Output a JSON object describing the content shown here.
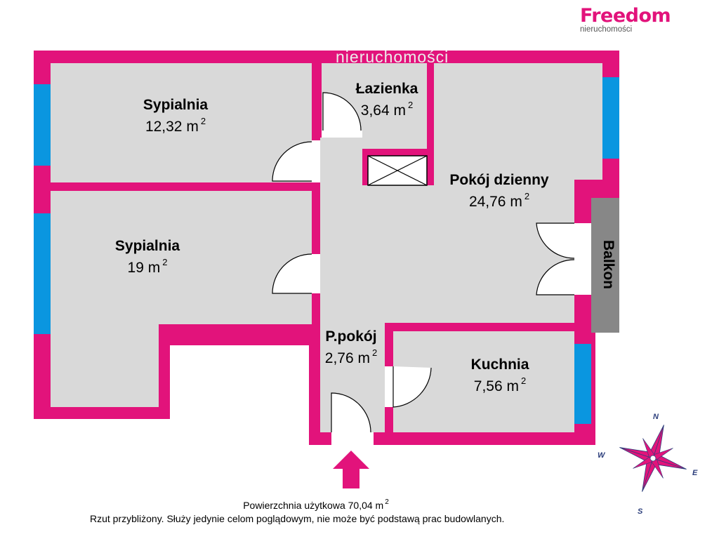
{
  "brand": {
    "name": "Freedom",
    "subtitle": "nieruchomości",
    "color": "#e2137b"
  },
  "watermark": "nieruchomości",
  "colors": {
    "wall": "#e2137b",
    "floor": "#d9d9d9",
    "window": "#0a96e0",
    "balcony": "#878787",
    "compass": "#2d3f7c"
  },
  "rooms": {
    "bedroom1": {
      "name": "Sypialnia",
      "area": "12,32 m",
      "unit_exp": "2"
    },
    "bathroom": {
      "name": "Łazienka",
      "area": "3,64 m",
      "unit_exp": "2"
    },
    "living": {
      "name": "Pokój dzienny",
      "area": "24,76 m",
      "unit_exp": "2"
    },
    "bedroom2": {
      "name": "Sypialnia",
      "area": "19 m",
      "unit_exp": "2"
    },
    "hall": {
      "name": "P.pokój",
      "area": "2,76 m",
      "unit_exp": "2"
    },
    "kitchen": {
      "name": "Kuchnia",
      "area": "7,56 m",
      "unit_exp": "2"
    }
  },
  "balcony_label": "Balkon",
  "compass": {
    "n": "N",
    "e": "E",
    "s": "S",
    "w": "W"
  },
  "footer": {
    "total_area": "Powierzchnia użytkowa 70,04 m",
    "total_area_exp": "2",
    "disclaimer": "Rzut przybliżony. Służy jedynie celom poglądowym, nie może być podstawą prac budowlanych."
  }
}
